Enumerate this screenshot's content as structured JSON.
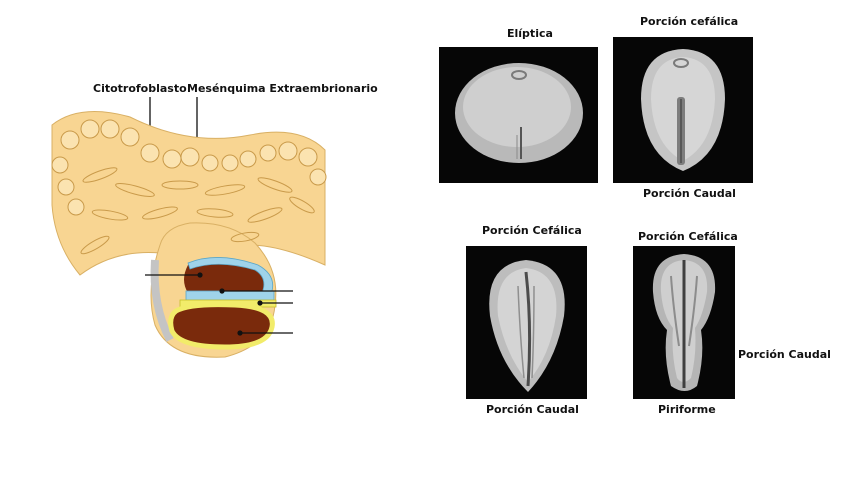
{
  "diagram": {
    "label_citotrofoblasto": "Citotrofoblasto",
    "label_mesenquima": "Mesénquima Extraembrionario"
  },
  "photos": {
    "eliptica": {
      "title": "Elíptica"
    },
    "cefalica_caudal": {
      "title": "Porción cefálica",
      "bottom": "Porción Caudal"
    },
    "bottom_left": {
      "title": "Porción Cefálica",
      "bottom": "Porción Caudal"
    },
    "piriforme": {
      "title": "Porción Cefálica",
      "side": "Porción Caudal",
      "bottom": "Piriforme"
    }
  },
  "colors": {
    "tissue": "#f8d592",
    "cell_outline": "#c99a4a",
    "cavity": "#7a2a0c",
    "epiblast": "#9fd3ea",
    "hypoblast": "#f2ec6a"
  }
}
